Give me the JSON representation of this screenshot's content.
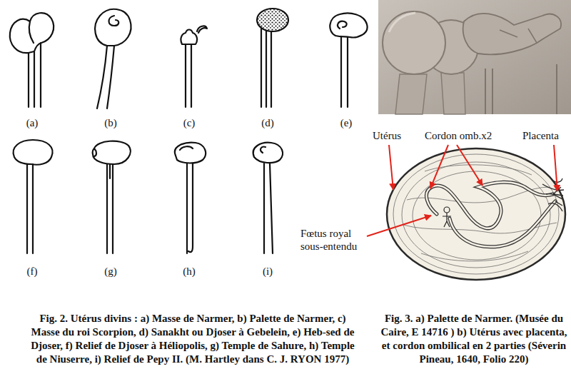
{
  "diagram": {
    "labels": [
      "(a)",
      "(b)",
      "(c)",
      "(d)",
      "(e)",
      "(f)",
      "(g)",
      "(h)",
      "(i)",
      "Utérus",
      "Cordon omb.x2",
      "Placenta",
      "Fœtus royal sous-entendu",
      "Fig. 2. Utérus divins : a) Masse de Narmer, b) Palette de Narmer, c) Masse du roi Scorpion, d) Sanakht ou Djoser à Gebelein, e) Heb-sed de Djoser, f) Relief de Djoser à Héliopolis, g) Temple de Sahure, h) Temple de Niuserre, i) Relief de Pepy II. (M. Hartley dans C. J. RYON 1977)",
      "Fig. 3. a) Palette de Narmer. (Musée du Caire, E 14716 ) b) Utérus avec placenta, et cordon ombilical en 2 parties (Séverin Pineau, 1640, Folio 220)"
    ]
  }
}
